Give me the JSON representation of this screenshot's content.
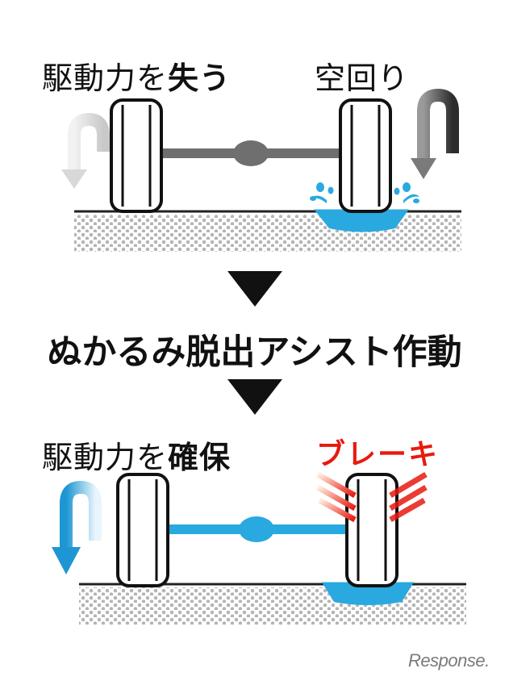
{
  "top": {
    "left_label_plain": "駆動力を",
    "left_label_bold": "失う",
    "right_label": "空回り"
  },
  "middle": {
    "label": "ぬかるみ脱出アシスト作動"
  },
  "bottom": {
    "left_label_plain": "駆動力を",
    "left_label_bold": "確保",
    "brake_label": "ブレーキ"
  },
  "watermark": "Response.",
  "colors": {
    "axle_inactive": "#6f6f6f",
    "axle_active": "#29a9e0",
    "water": "#29a9e0",
    "arrow_light": "#d8d8d8",
    "arrow_dark": "#7a7a7a",
    "arrow_blue": "#1d96d3",
    "brake": "#e8190f",
    "ground_dots": "#b5b5b5"
  },
  "icons": [
    "rotation-arrow-icon",
    "down-triangle-icon",
    "water-splash-icon",
    "brake-lines-icon",
    "wheel-icon"
  ]
}
